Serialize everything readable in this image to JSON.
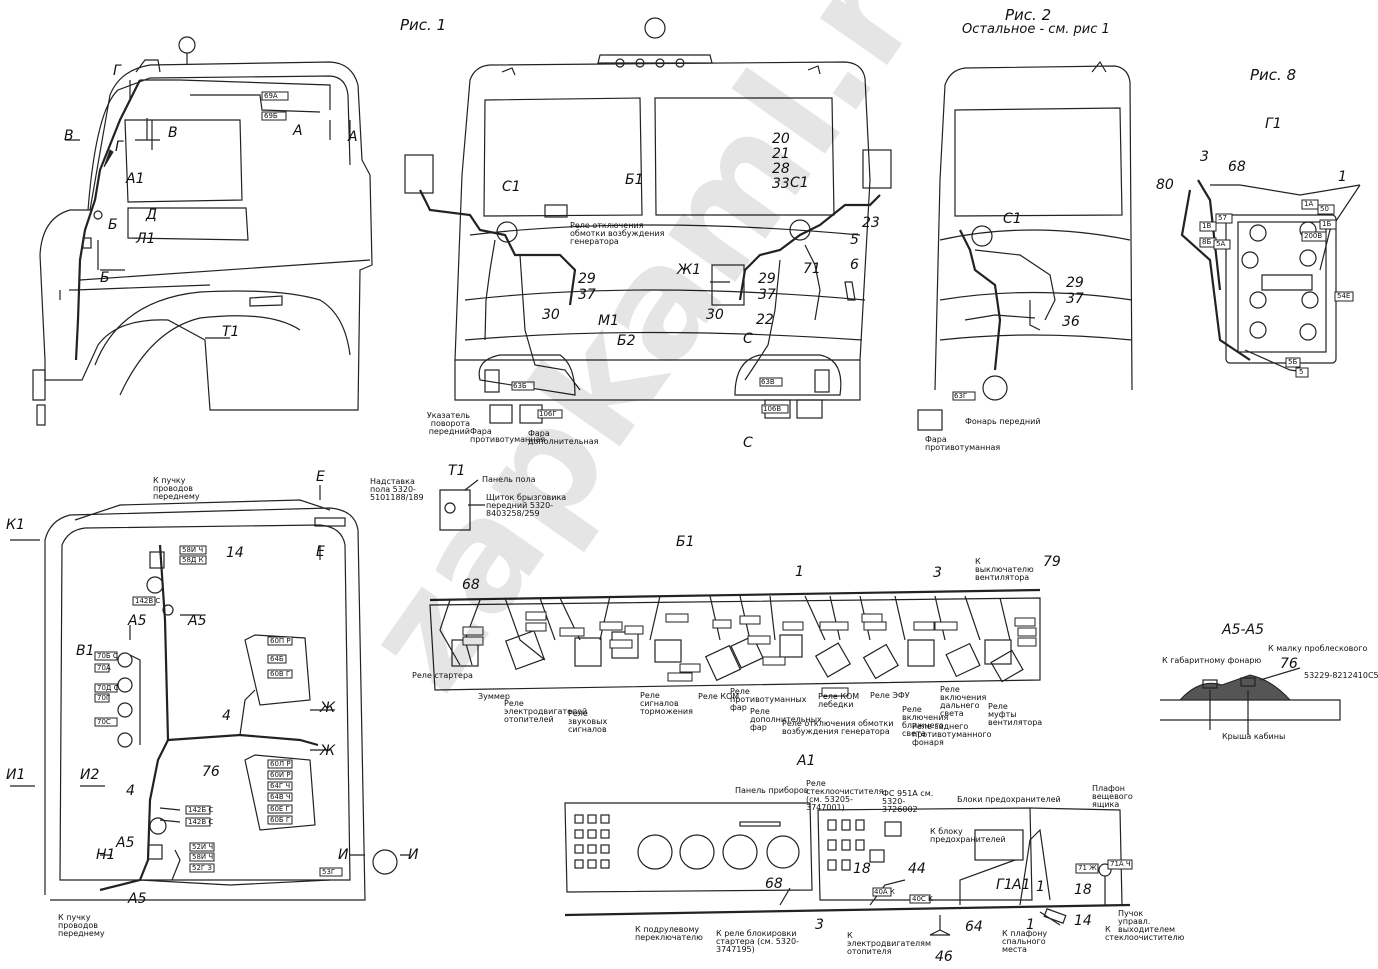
{
  "figures": {
    "fig1": "Рис. 1",
    "fig2": "Рис. 2",
    "fig2_note": "Остальное - см. рис 1",
    "fig8": "Рис. 8"
  },
  "sections": {
    "g1": "Г1",
    "a1_title": "А1",
    "a5a5": "А5-А5",
    "t1": "Т1",
    "b1": "Б1"
  },
  "captions": {
    "turn_signal": "Указатель поворота передний",
    "fog_lamp": "Фара противотуманная",
    "extra_lamp": "Фара дополнительная",
    "gen_relay": "Реле отключения обмотки возбуждения генератора",
    "front_lamp": "Фонарь передний",
    "fog_lamp2": "Фара противотуманная",
    "roof_ext": "Надставка пола 5320-5101188/189",
    "floor_panel": "Панель пола",
    "mud_shield": "Щиток брызговика передний 5320-8403258/259",
    "to_harness_front_top": "К пучку проводов переднему",
    "to_harness_front_bottom": "К пучку проводов переднему",
    "to_fan_switch": "К выключателю вентилятора",
    "starter_relay": "Реле стартера",
    "buzzer": "Зуммер",
    "heater_relay": "Реле электродвигателей отопителей",
    "horn_relay": "Реле звуковых сигналов",
    "brake_relay": "Реле сигналов торможения",
    "kom_relay": "Реле КОМ",
    "fog_relay": "Реле противотуманных фар",
    "extra_relay": "Реле дополнительных фар",
    "winch_relay": "Реле КОМ лебедки",
    "gen_relay2": "Реле отключения обмотки возбуждения генератора",
    "efu_relay": "Реле ЭФУ",
    "low_beam_relay": "Реле включения ближнего света",
    "high_beam_relay": "Реле включения дальнего света",
    "rear_fog_relay": "Реле заднего противотуманного фонаря",
    "fan_clutch_relay": "Реле муфты вентилятора",
    "to_marker": "К габаритному фонарю",
    "to_beacon": "К малку проблескового",
    "roof": "Крыша кабины",
    "part_5329": "53229-8212410С5",
    "instrument_panel": "Панель приборов",
    "washer_relay": "Реле стеклоочистителя (см. 53205-3747001)",
    "fc951a": "ФС 951А см. 5320-3726002",
    "fuse_blocks": "Блоки предохранителей",
    "to_fuse_block": "К блоку предохранителей",
    "glove_lamp": "Плафон вещевого ящика",
    "to_column_switch": "К подрулевому переключателю",
    "starter_block_relay": "К реле блокировки стартера (см. 5320-3747195)",
    "to_heater_motors": "К электродвигателям отопителя",
    "to_sleeper_lamp": "К плафону спального места",
    "driver_control": "Пучок управл. выходителем",
    "to_washer": "К стеклоочистителю"
  },
  "numbers": {
    "n20": "20",
    "n21": "21",
    "n28": "28",
    "n33": "33",
    "n23": "23",
    "n5": "5",
    "n6": "6",
    "n29a": "29",
    "n37a": "37",
    "n30a": "30",
    "n29b": "29",
    "n37b": "37",
    "n30b": "30",
    "n71": "71",
    "n22": "22",
    "n29c": "29",
    "n37c": "37",
    "n36": "36",
    "n80": "80",
    "n3a": "3",
    "n68a": "68",
    "n1a": "1",
    "n14": "14",
    "n4a": "4",
    "n76a": "76",
    "n4b": "4",
    "n68b": "68",
    "n1b": "1",
    "n3b": "3",
    "n79": "79",
    "n76b": "76",
    "n18a": "18",
    "n44": "44",
    "n68c": "68",
    "n3c": "3",
    "n64": "64",
    "n46": "46",
    "n1c": "1",
    "n18b": "18",
    "n14b": "14",
    "n1d": "1"
  },
  "markers": {
    "c1a": "С1",
    "c1b": "С1",
    "c1c": "С1",
    "b1a": "Б1",
    "m1": "М1",
    "b2": "Б2",
    "c_a": "С",
    "c_b": "С",
    "zh1": "Ж1",
    "g": "Г",
    "v1": "В",
    "v2": "В",
    "a_1": "А",
    "a_2": "А",
    "g2": "Г",
    "a1": "А1",
    "d": "Д",
    "b_1": "Б",
    "l1": "Л1",
    "b_2": "Б",
    "t1": "Т1",
    "k1": "К1",
    "e1": "Е",
    "e2": "Е",
    "a5_1": "А5",
    "a5_2": "А5",
    "v1b": "В1",
    "zh_1": "Ж",
    "zh_2": "Ж",
    "i1": "И1",
    "i2": "И2",
    "a5_3": "А5",
    "n1": "Н1",
    "i_1": "И",
    "i_2": "И",
    "a5_4": "А5",
    "g1b": "Г1",
    "a1b": "А1"
  },
  "wire_tags": {
    "w69a": "69А",
    "w69b": "69Б",
    "w63b": "63Б",
    "w106g": "106Г",
    "w63v": "63В",
    "w106v": "106В",
    "w63g": "63Г",
    "w57": "57",
    "w1v": "1В",
    "w1a": "1А",
    "w5d": "50",
    "w1b": "1Б",
    "w200v": "200В",
    "w8b": "8Б",
    "w5a": "5А",
    "w54e": "54Е",
    "w5b": "5Б",
    "w5": "5",
    "w58i": "58И Ч",
    "w58d": "58Д К",
    "w142v": "142В С",
    "w70b": "70Б С",
    "w70a": "70А",
    "w70d": "70Д С",
    "w70g": "70Г",
    "w70c": "70С",
    "w60p": "60П Р",
    "w64b": "64Б",
    "w60v": "60В Г",
    "w60l": "60Л Р",
    "w60i": "60И Р",
    "w64g": "64Г Ч",
    "w64v": "64В Ч",
    "w60e": "60Е Г",
    "w60b": "60Б Г",
    "w142g": "142Б С",
    "w142z": "142В С",
    "w52i": "52И Ч",
    "w58ii": "58И Ч",
    "w52g": "52Г З",
    "w53g": "53Г",
    "w71": "71 Ж",
    "w71a": "71А Ч",
    "w40a": "40А К",
    "w40c": "40С К"
  },
  "logo": "zapkaml.ru"
}
